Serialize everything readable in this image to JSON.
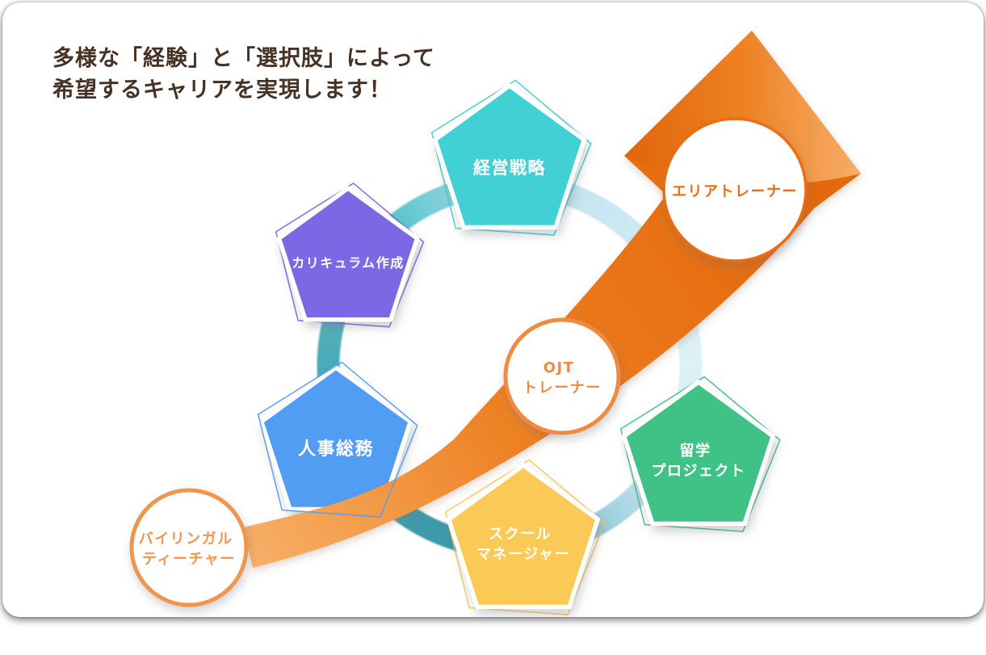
{
  "title": {
    "line1": "多様な「経験」と「選択肢」によって",
    "line2": "希望するキャリアを実現します！"
  },
  "diagram": {
    "pentagons": [
      {
        "id": "management-strategy",
        "label_lines": [
          "経営戦略"
        ],
        "color": "#41d0d3"
      },
      {
        "id": "curriculum-creation",
        "label_lines": [
          "カリキュラム作成"
        ],
        "color": "#7b68e4"
      },
      {
        "id": "hr-general-affairs",
        "label_lines": [
          "人事総務"
        ],
        "color": "#519df3"
      },
      {
        "id": "school-manager",
        "label_lines": [
          "スクール",
          "マネージャー"
        ],
        "color": "#fbc955"
      },
      {
        "id": "study-abroad-project",
        "label_lines": [
          "留学",
          "プロジェクト"
        ],
        "color": "#40c287"
      }
    ],
    "circles": [
      {
        "id": "area-trainer",
        "label_lines": [
          "エリアトレーナー"
        ],
        "border_color": "#ec6c10"
      },
      {
        "id": "ojt-trainer",
        "label_lines": [
          "OJT",
          "トレーナー"
        ],
        "border_color": "#ef8b40"
      },
      {
        "id": "bilingual-teacher",
        "label_lines": [
          "バイリンガル",
          "ティーチャー"
        ],
        "border_color": "#f0954d"
      }
    ],
    "arrow": {
      "tail_color": "#f7b169",
      "mid_color": "#ee8124",
      "band_end_color": "#e4690c",
      "head_dark_color": "#e0650a",
      "head_light_color": "#f6ad67"
    },
    "ring_colors": [
      "#b9e0ec",
      "#def1f8",
      "#3d9aa9",
      "#4fafbb",
      "#56c6cc"
    ]
  }
}
